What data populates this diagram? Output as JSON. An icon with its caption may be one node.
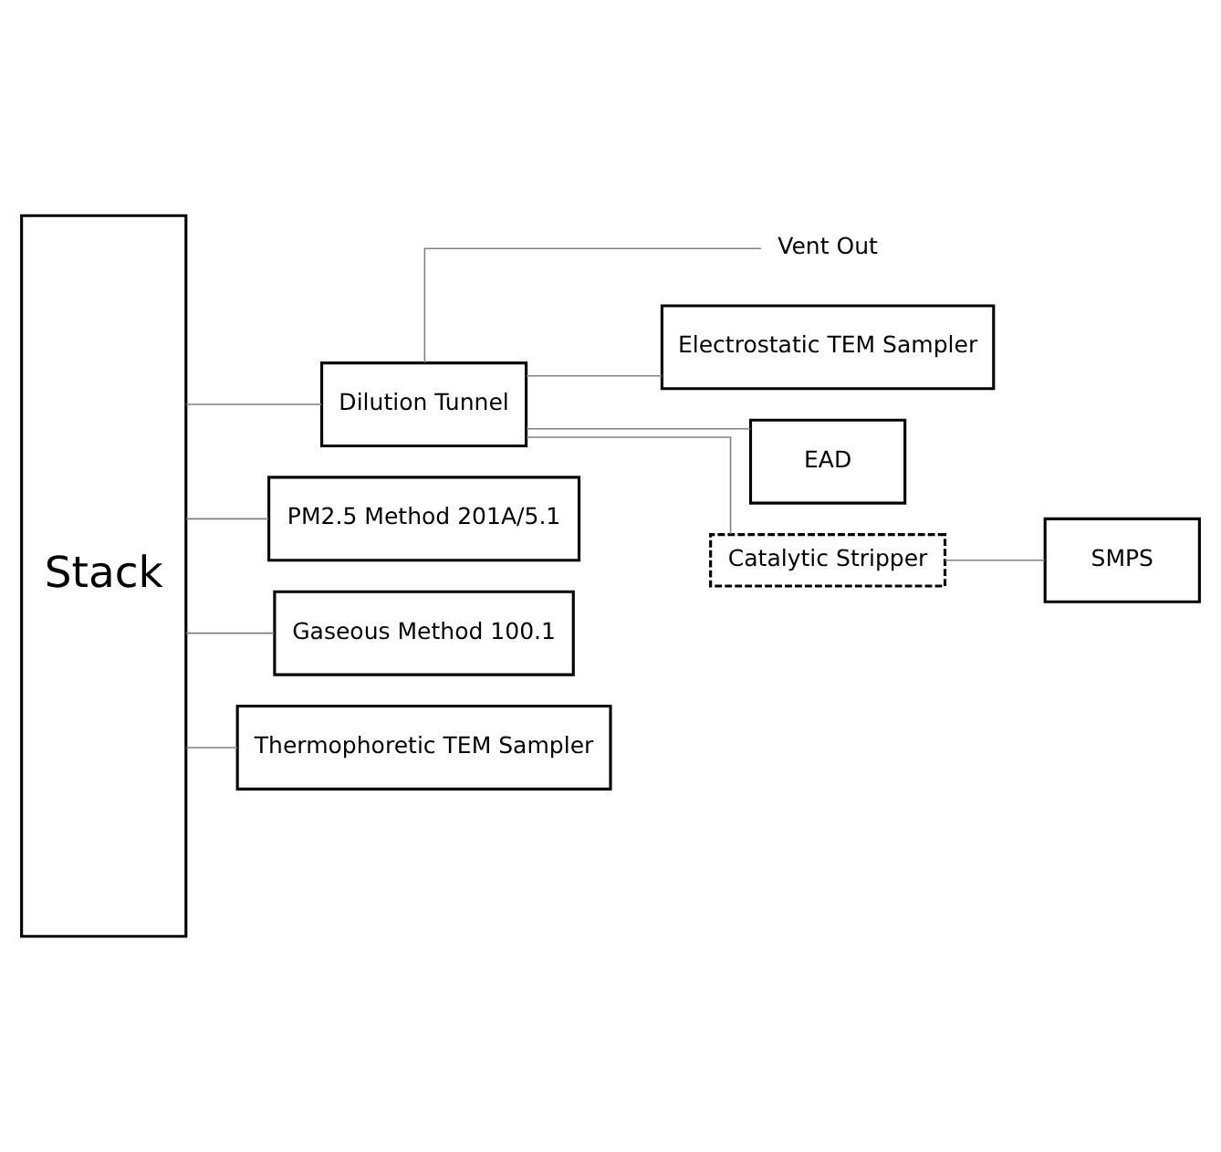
{
  "diagram": {
    "nodes": [
      {
        "text": [
          "Stack"
        ]
      },
      {
        "text": [
          "Dilution Tunnel"
        ]
      },
      {
        "text": [
          "Vent Out"
        ]
      },
      {
        "text": [
          "Electrostatic TEM Sampler"
        ]
      },
      {
        "text": [
          "EAD"
        ]
      },
      {
        "text": [
          "Catalytic Stripper"
        ]
      },
      {
        "text": [
          "SMPS"
        ]
      },
      {
        "text": [
          "PM2.5 Method 201A/5.1"
        ]
      },
      {
        "text": [
          "Gaseous Method 100.1"
        ]
      },
      {
        "text": [
          "Thermophoretic TEM Sampler"
        ]
      }
    ],
    "edges": [
      {
        "from": 0,
        "to": 1,
        "arrow": "none"
      },
      {
        "from": 1,
        "to": 2,
        "arrow": "none"
      },
      {
        "from": 1,
        "to": 4,
        "arrow": "none"
      },
      {
        "from": 1,
        "to": 3,
        "arrow": "none"
      },
      {
        "from": 1,
        "to": 5,
        "arrow": "none"
      },
      {
        "from": 5,
        "to": 6,
        "arrow": "none"
      },
      {
        "from": 0,
        "to": 7,
        "arrow": "none"
      },
      {
        "from": 0,
        "to": 8,
        "arrow": "none"
      },
      {
        "from": 0,
        "to": 9,
        "arrow": "none"
      }
    ]
  }
}
